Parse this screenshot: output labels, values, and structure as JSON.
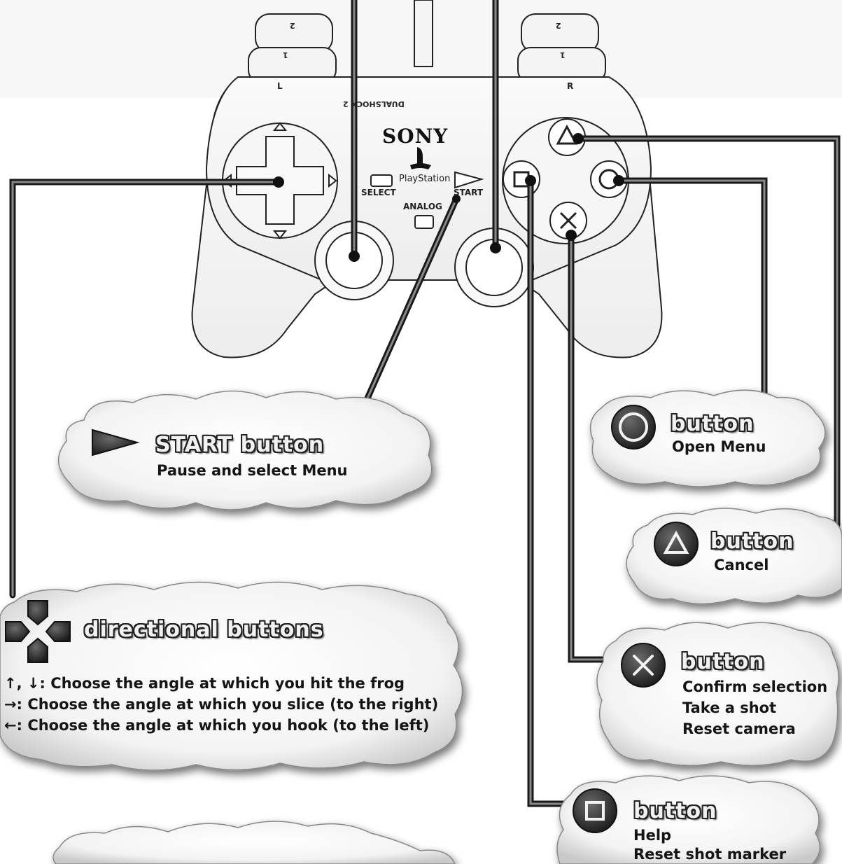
{
  "controller": {
    "brand": "SONY",
    "platform": "PlayStation",
    "model": "DUALSHOCK 2",
    "select_label": "SELECT",
    "start_label": "START",
    "analog_label": "ANALOG",
    "l_label": "L",
    "r_label": "R",
    "l1": "1",
    "l2": "2",
    "r1": "1",
    "r2": "2"
  },
  "start_cloud": {
    "title": "START button",
    "desc": "Pause and select Menu"
  },
  "circle_cloud": {
    "title": "button",
    "desc": "Open Menu"
  },
  "triangle_cloud": {
    "title": "button",
    "desc": "Cancel"
  },
  "cross_cloud": {
    "title": "button",
    "lines": [
      "Confirm selection",
      "Take a shot",
      "Reset camera"
    ]
  },
  "square_cloud": {
    "title": "button",
    "lines": [
      "Help",
      "Reset shot marker"
    ]
  },
  "dpad_cloud": {
    "title": "directional buttons",
    "lines": [
      {
        "keys": "↑, ↓",
        "text": ": Choose the angle at which you hit the frog"
      },
      {
        "keys": "→",
        "text": ": Choose the angle at which you slice (to the right)"
      },
      {
        "keys": "←",
        "text": ": Choose the angle at which you hook (to the left)"
      }
    ]
  },
  "icons": {
    "start": "start-triangle-icon",
    "circle": "circle-button-icon",
    "triangle": "triangle-button-icon",
    "cross": "cross-button-icon",
    "square": "square-button-icon",
    "dpad": "dpad-icon"
  }
}
